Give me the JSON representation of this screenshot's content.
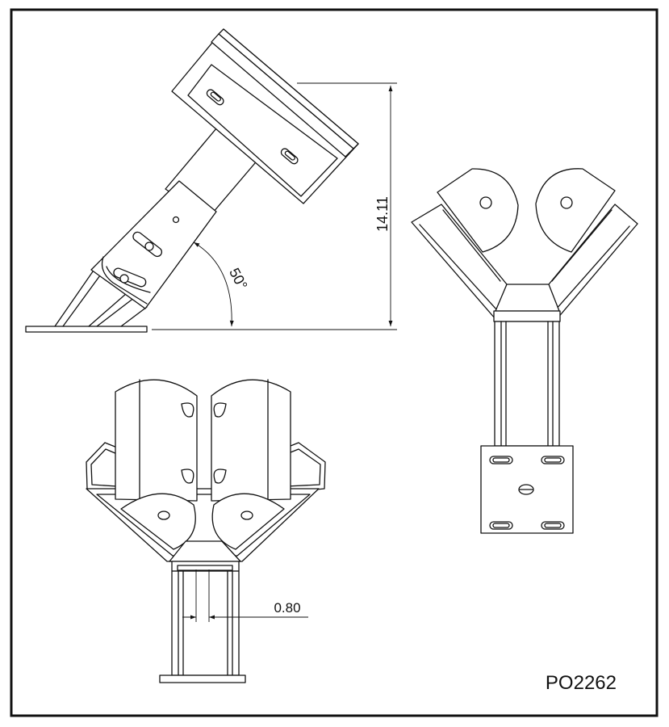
{
  "drawing": {
    "part_number": "PO2262",
    "dimensions": {
      "height": "14.11",
      "angle": "50°",
      "tube_width": "0.80"
    }
  }
}
